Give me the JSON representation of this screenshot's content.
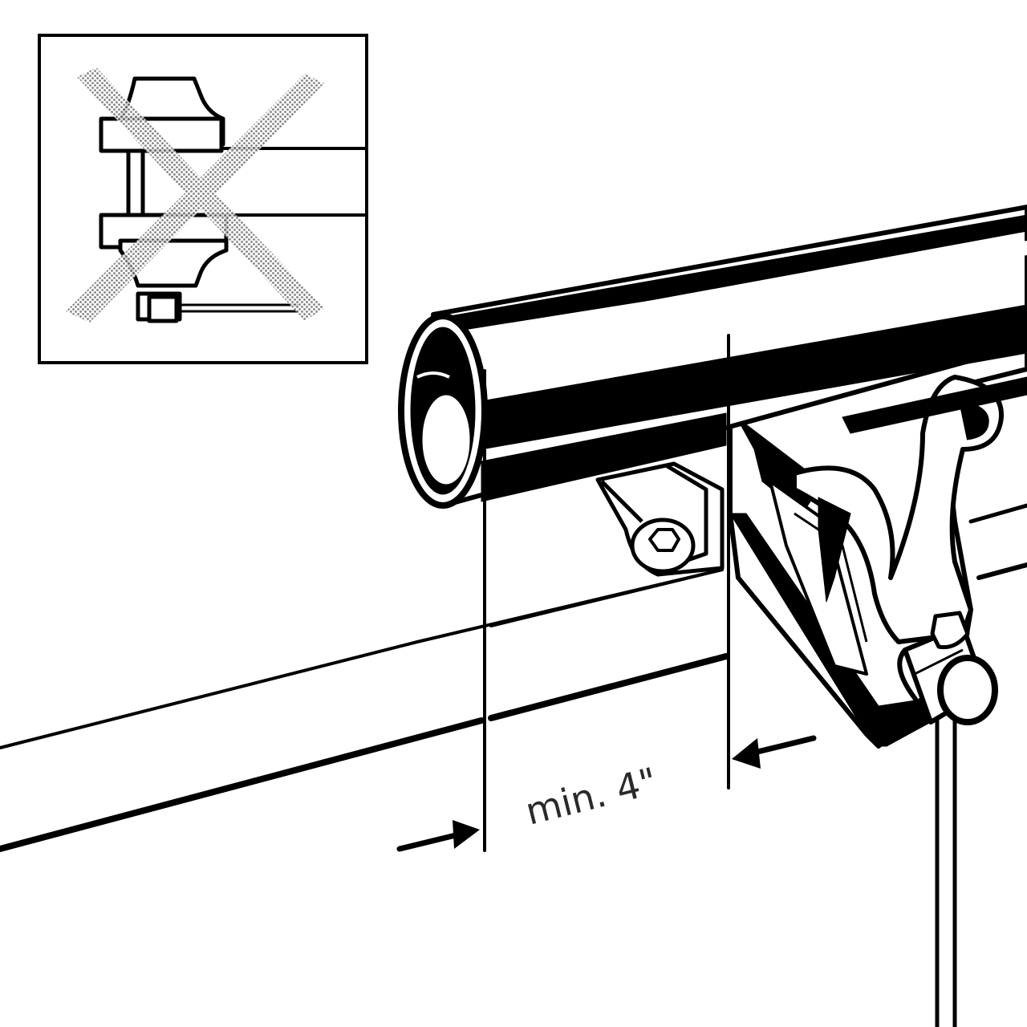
{
  "dimension": {
    "label": "min. 4\""
  },
  "inset": {
    "meaning": "incorrect-mounting",
    "mark": "cross"
  },
  "colors": {
    "ink": "#000000",
    "paper": "#ffffff",
    "cross_halftone": "#9a9a9a",
    "label": "#2a2a2a"
  }
}
